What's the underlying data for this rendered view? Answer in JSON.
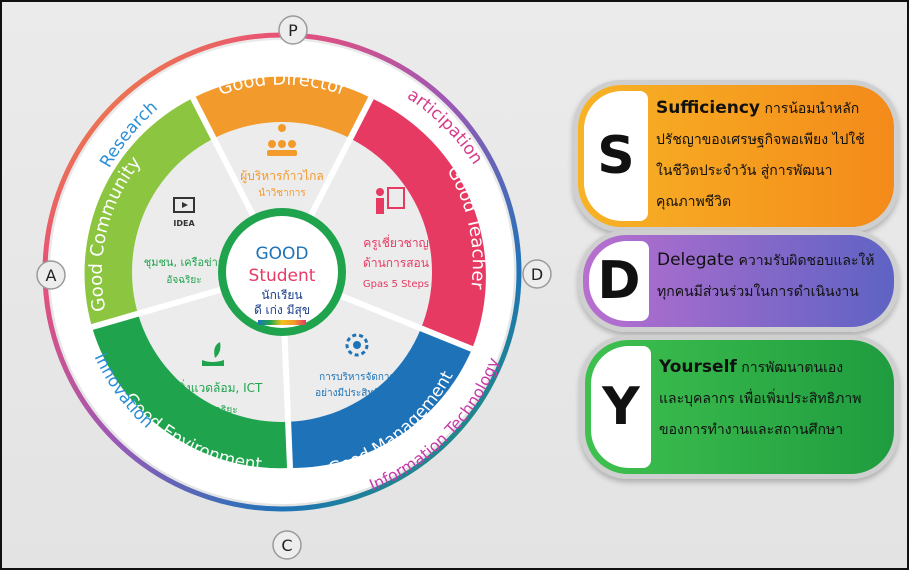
{
  "wheel": {
    "cardinals": {
      "top": "P",
      "right": "D",
      "bottom": "C",
      "left": "A"
    },
    "outer_labels": {
      "research": "Research",
      "participation": "Participation",
      "innovation": "Innovation",
      "information_technology": "Information Technology"
    },
    "segments": {
      "director": {
        "title": "Good Director",
        "text": "ผู้บริหารก้าวไกล",
        "subtext": "นำวิชาการ",
        "icon": "team-leader-icon"
      },
      "teacher": {
        "title": "Good Teacher",
        "text": "ครูเชี่ยวชาญ",
        "text2": "ด้านการสอน",
        "subtext": "Gpas 5 Steps",
        "icon": "teacher-board-icon"
      },
      "management": {
        "title": "Good Management",
        "text": "การบริหารจัดการ",
        "text2": "อย่างมีประสิทธิภาพ",
        "icon": "gear-icon"
      },
      "environment": {
        "title": "Good Environment",
        "text": "สิ่งแวดล้อม, ICT",
        "text2": "อัจฉริยะ",
        "icon": "hand-plant-icon"
      },
      "community": {
        "title": "Good Community",
        "text": "ชุมชน, เครือข่าย",
        "text2": "อัจฉริยะ",
        "icon": "idea-monitor-icon",
        "icon_label": "IDEA"
      }
    },
    "center": {
      "line1": "GOOD",
      "line2": "Student",
      "line3": "นักเรียน",
      "line4": "ดี เก่ง มีสุข"
    },
    "colors": {
      "director": "#f39a2c",
      "teacher": "#e63a63",
      "management": "#1e73b8",
      "environment": "#1fa44d",
      "community": "#8cc540"
    }
  },
  "pills": [
    {
      "letter": "S",
      "keyword": "Sufficiency",
      "lines": [
        " การน้อมนำหลัก",
        "ปรัชญาของเศรษฐกิจพอเพียง ไปใช้",
        "ในชีวิตประจำวัน สู่การพัฒนา",
        "คุณภาพชีวิต"
      ],
      "color": "#f59a1c"
    },
    {
      "letter": "D",
      "keyword": "Delegate",
      "lines": [
        " ความรับผิดชอบและให้",
        "ทุกคนมีส่วนร่วมในการดำเนินงาน"
      ],
      "color": "#8a5bc0"
    },
    {
      "letter": "Y",
      "keyword": "Yourself",
      "lines": [
        " การพัฒนาตนเอง",
        "และบุคลากร เพื่อเพิ่มประสิทธิภาพ",
        "ของการทำงานและสถานศึกษา"
      ],
      "color": "#2bb24c"
    }
  ]
}
